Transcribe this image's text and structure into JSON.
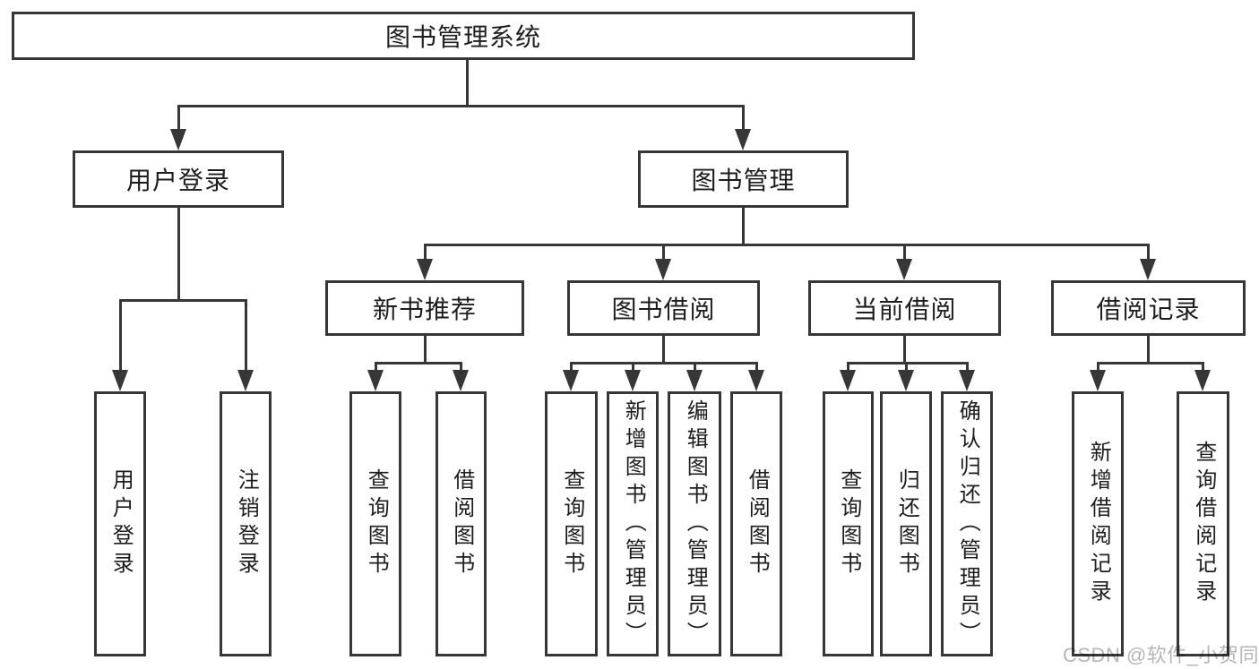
{
  "tree": {
    "label": "图书管理系统",
    "children": [
      {
        "label": "用户登录",
        "children": [
          {
            "label": "用户登录"
          },
          {
            "label": "注销登录"
          }
        ]
      },
      {
        "label": "图书管理",
        "children": [
          {
            "label": "新书推荐",
            "children": [
              {
                "label": "查询图书"
              },
              {
                "label": "借阅图书"
              }
            ]
          },
          {
            "label": "图书借阅",
            "children": [
              {
                "label": "查询图书"
              },
              {
                "label": "新增图书（管理员）"
              },
              {
                "label": "编辑图书（管理员）"
              },
              {
                "label": "借阅图书"
              }
            ]
          },
          {
            "label": "当前借阅",
            "children": [
              {
                "label": "查询图书"
              },
              {
                "label": "归还图书"
              },
              {
                "label": "确认归还（管理员）"
              }
            ]
          },
          {
            "label": "借阅记录",
            "children": [
              {
                "label": "新增借阅记录"
              },
              {
                "label": "查询借阅记录"
              }
            ]
          }
        ]
      }
    ]
  },
  "watermark": "CSDN @软件_小贺同学",
  "colors": {
    "line": "#373737",
    "text": "#1d1d1f",
    "box_background": "#ffffff",
    "watermark": "#b2b6bc"
  }
}
